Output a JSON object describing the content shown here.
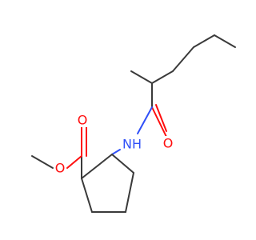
{
  "molecule": {
    "atoms": {
      "O_carbonyl_ester": "O",
      "O_ether_ester": "O",
      "N_amide": "NH",
      "O_carbonyl_amide": "O"
    },
    "colors": {
      "bond": "#3a3a3a",
      "oxygen": "#ff0d0d",
      "nitrogen": "#3050f8",
      "background": "#ffffff"
    }
  }
}
